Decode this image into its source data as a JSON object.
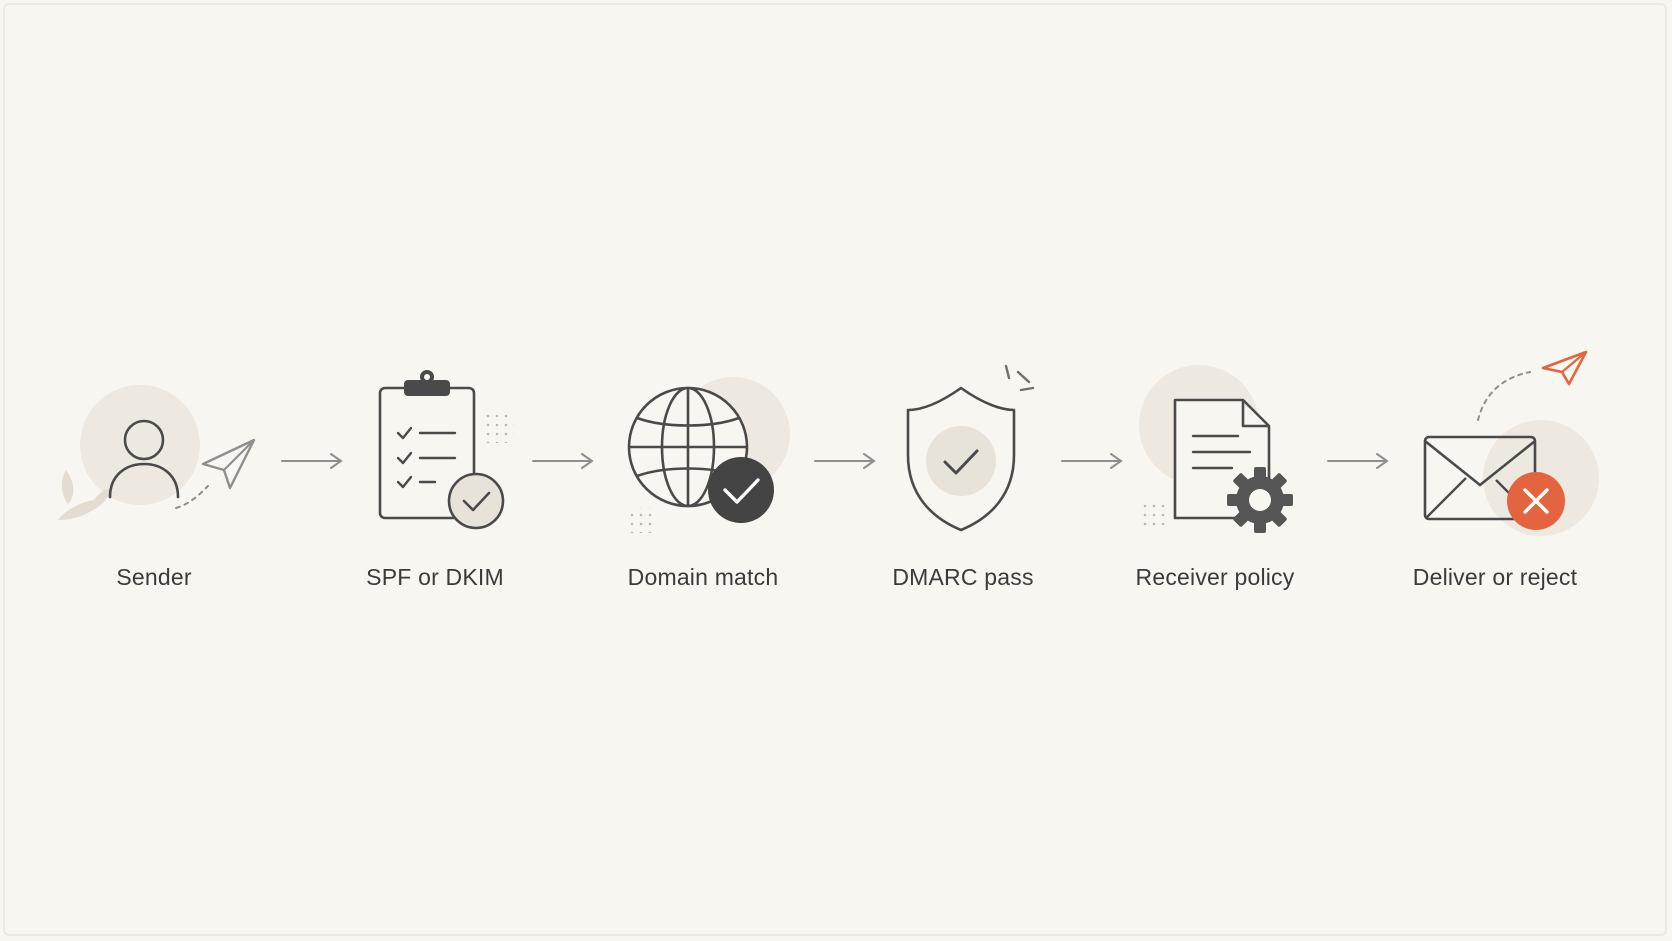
{
  "steps": [
    {
      "label": "Sender",
      "icon": "person-icon"
    },
    {
      "label": "SPF or DKIM",
      "icon": "clipboard-checklist-icon"
    },
    {
      "label": "Domain match",
      "icon": "globe-check-icon"
    },
    {
      "label": "DMARC pass",
      "icon": "shield-check-icon"
    },
    {
      "label": "Receiver policy",
      "icon": "document-gear-icon"
    },
    {
      "label": "Deliver or reject",
      "icon": "envelope-reject-icon"
    }
  ],
  "colors": {
    "background": "#f8f6f1",
    "stroke": "#4a4a4a",
    "muted": "#8e8e8e",
    "accent": "#e4643f",
    "soft_circle": "#ede9e1"
  }
}
